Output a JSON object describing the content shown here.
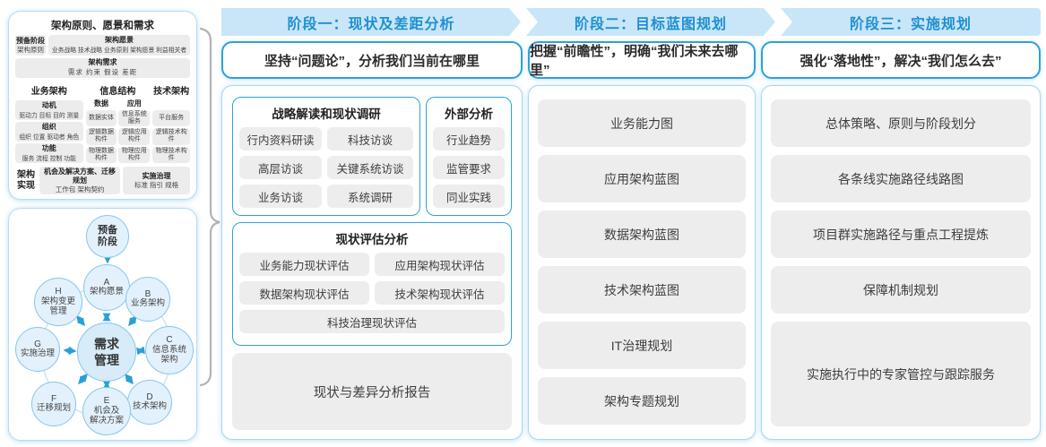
{
  "colors": {
    "band_bg": "#c8e6f8",
    "band_text": "#1f90d0",
    "blue_border": "#2ba2db",
    "panel_border": "#a9d7f1",
    "item_gray": "#ededed",
    "circle_fill": "#e3f1fc",
    "circle_border": "#86c6ec",
    "arrow_blue": "#2a9fd8",
    "brace_gray": "#b3b3b3"
  },
  "left_panel": {
    "title": "架构原则、愿景和需求",
    "prep_stage": "预备阶段",
    "prep_sub": "架构原则",
    "vision_title": "架构愿景",
    "vision_sub": "业务战略 技术战略 业务原则 架构愿景 利益相关者",
    "requirement_title": "架构需求",
    "requirement_sub": "需求  约束  假设  差距",
    "business": {
      "title": "业务架构",
      "boxes": [
        {
          "t": "动机",
          "s": "驱动力 目标 目的 测量"
        },
        {
          "t": "组织",
          "s": "组织 位置 驱动者 角色"
        },
        {
          "t": "功能",
          "s": "服务 流程 控制 功能"
        }
      ]
    },
    "information": {
      "title": "信息结构",
      "data_header": "数据",
      "data_items": [
        "数据实体",
        "逻辑数据构件",
        "物理数据构件"
      ],
      "app_header": "应用",
      "app_items": [
        "信息系统服务",
        "逻辑应用构件",
        "物理应用构件"
      ]
    },
    "technology": {
      "title": "技术架构",
      "items": [
        "平台服务",
        "逻辑技术构件",
        "物理技术构件"
      ]
    },
    "realization": {
      "label": "架构实现",
      "opportunity_title": "机会及解决方案、迁移规划",
      "opportunity_sub": "工作包 架构契约",
      "governance_title": "实施治理",
      "governance_sub": "标准 指引 规格"
    }
  },
  "adm": {
    "prep": "预备\n阶段",
    "center": "需求\n管理",
    "nodes": [
      {
        "id": "A",
        "label": "架构愿景"
      },
      {
        "id": "B",
        "label": "业务架构"
      },
      {
        "id": "C",
        "label": "信息系统\n架构"
      },
      {
        "id": "D",
        "label": "技术架构"
      },
      {
        "id": "E",
        "label": "机会及\n解决方案"
      },
      {
        "id": "F",
        "label": "迁移规划"
      },
      {
        "id": "G",
        "label": "实施治理"
      },
      {
        "id": "H",
        "label": "架构变更\n管理"
      }
    ]
  },
  "phase1": {
    "header": "阶段一：现状及差距分析",
    "subtitle": "坚持“问题论”，分析我们当前在哪里",
    "research": {
      "title": "战略解读和现状调研",
      "items": [
        "行内资料研读",
        "科技访谈",
        "高层访谈",
        "关键系统访谈",
        "业务访谈",
        "系统调研"
      ]
    },
    "external": {
      "title": "外部分析",
      "items": [
        "行业趋势",
        "监管要求",
        "同业实践"
      ]
    },
    "assessment": {
      "title": "现状评估分析",
      "items": [
        "业务能力现状评估",
        "应用架构现状评估",
        "数据架构现状评估",
        "技术架构现状评估"
      ],
      "full_item": "科技治理现状评估"
    },
    "report": "现状与差异分析报告"
  },
  "phase2": {
    "header": "阶段二：目标蓝图规划",
    "subtitle": "把握“前瞻性”，明确“我们未来去哪里”",
    "items": [
      "业务能力图",
      "应用架构蓝图",
      "数据架构蓝图",
      "技术架构蓝图",
      "IT治理规划",
      "架构专题规划"
    ]
  },
  "phase3": {
    "header": "阶段三：实施规划",
    "subtitle": "强化“落地性”，解决“我们怎么去”",
    "items": [
      "总体策略、原则与阶段划分",
      "各条线实施路径线路图",
      "项目群实施路径与重点工程提炼",
      "保障机制规划"
    ],
    "tall_item": "实施执行中的专家管控与跟踪服务"
  }
}
